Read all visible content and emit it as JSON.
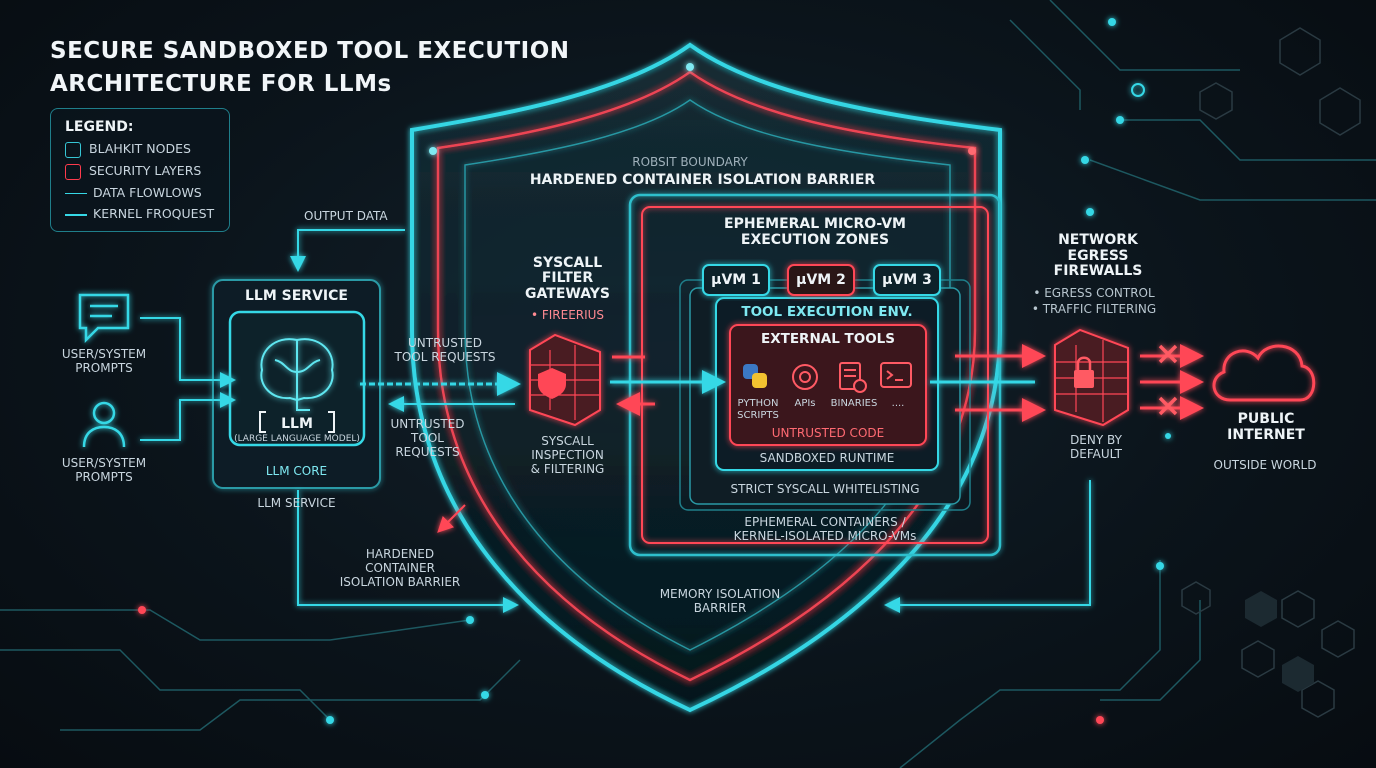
{
  "title": {
    "line1": "SECURE SANDBOXED TOOL EXECUTION",
    "line2": "ARCHITECTURE FOR LLMs"
  },
  "legend": {
    "heading": "LEGEND:",
    "items": [
      {
        "label": "BLAHKIT NODES",
        "color": "#36c6d4"
      },
      {
        "label": "SECURITY LAYERS",
        "color": "#ff3b4d"
      },
      {
        "label": "DATA FLOWLOWS"
      },
      {
        "label": "KERNEL FROQUEST"
      }
    ]
  },
  "inputs": {
    "prompt1": "USER/SYSTEM\nPROMPTS",
    "prompt2": "USER/SYSTEM\nPROMPTS",
    "output_data": "OUTPUT DATA"
  },
  "llm_service": {
    "header": "LLM SERVICE",
    "core_title": "LLM",
    "core_sub": "(LARGE LANGUAGE MODEL)",
    "core_label": "LLM CORE",
    "footer": "LLM SERVICE"
  },
  "flows": {
    "untrusted_in": "UNTRUSTED\nTOOL REQUESTS",
    "untrusted_out": "UNTRUSTED\nTOOL\nREQUESTS"
  },
  "barrier_note": "HARDENED\nCONTAINER\nISOLATION BARRIER",
  "shield": {
    "boundary": "ROBSIT BOUNDARY",
    "barrier": "HARDENED CONTAINER ISOLATION BARRIER",
    "memory": "MEMORY ISOLATION\nBARRIER"
  },
  "syscall": {
    "header": "SYSCALL\nFILTER\nGATEWAYS",
    "sub": "• FIREERIUS",
    "footer": "SYSCALL\nINSPECTION\n& FILTERING"
  },
  "microvm": {
    "header": "EPHEMERAL MICRO-VM\nEXECUTION ZONES",
    "tabs": [
      "µVM 1",
      "µVM 2",
      "µVM 3"
    ],
    "tool_env": "TOOL EXECUTION ENV.",
    "external_tools": "EXTERNAL TOOLS",
    "tools": [
      "PYTHON\nSCRIPTS",
      "APIs",
      "BINARIES",
      "...."
    ],
    "untrusted_code": "UNTRUSTED CODE",
    "runtime": "SANDBOXED RUNTIME",
    "whitelist": "STRICT SYSCALL WHITELISTING",
    "containers": "EPHEMERAL CONTAINERS /\nKERNEL-ISOLATED MICRO-VMs"
  },
  "firewall": {
    "header": "NETWORK\nEGRESS\nFIREWALLS",
    "items": [
      "• EGRESS CONTROL",
      "• TRAFFIC FILTERING"
    ],
    "footer": "DENY BY\nDEFAULT"
  },
  "internet": {
    "label": "PUBLIC\nINTERNET",
    "sub": "OUTSIDE WORLD"
  },
  "colors": {
    "cyan": "#36d8e6",
    "red": "#ff3b4d",
    "bg": "#0a1118"
  }
}
